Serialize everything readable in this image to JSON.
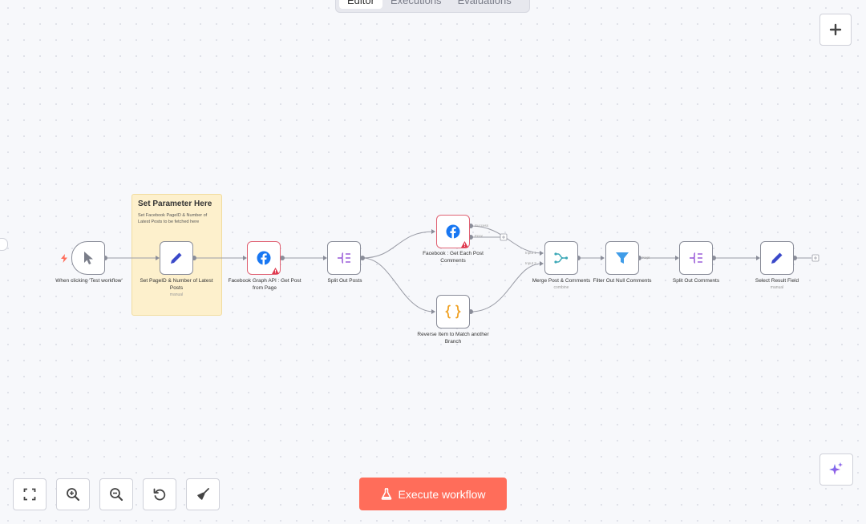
{
  "tabs": [
    {
      "label": "Editor",
      "active": true
    },
    {
      "label": "Executions",
      "active": false
    },
    {
      "label": "Evaluations",
      "active": false
    }
  ],
  "sticky": {
    "title": "Set Parameter Here",
    "body": "Set Facebook PageID & Number of Latest Posts to be fetched here"
  },
  "nodes": {
    "trigger": {
      "label": "When clicking 'Test workflow'",
      "icon": "cursor-icon"
    },
    "set_params": {
      "label": "Set PageID & Number of Latest Posts",
      "sub": "manual",
      "icon": "pencil-icon"
    },
    "graph_api": {
      "label": "Facebook Graph API : Get Post from Page",
      "icon": "facebook-icon",
      "warning": true
    },
    "split_posts": {
      "label": "Split Out Posts",
      "icon": "split-icon"
    },
    "get_comments": {
      "label": "Facebook : Get Each Post Comments",
      "icon": "facebook-icon",
      "warning": true
    },
    "reverse": {
      "label": "Reverse Item to Match another Branch",
      "icon": "code-braces-icon"
    },
    "merge": {
      "label": "Merge Post & Comments",
      "sub": "combine",
      "icon": "merge-icon"
    },
    "filter": {
      "label": "Filter Out Null Comments",
      "icon": "filter-icon"
    },
    "split_comments": {
      "label": "Split Out Comments",
      "icon": "split-icon"
    },
    "select_field": {
      "label": "Select Result Field",
      "sub": "manual",
      "icon": "pencil-icon"
    }
  },
  "ports": {
    "success": "Success",
    "error": "Error",
    "input1": "Input 1",
    "input2": "Input 2",
    "kept": "Kept"
  },
  "execute_button": "Execute workflow",
  "colors": {
    "accent": "#ff6d5a",
    "set_icon": "#3b49c9",
    "split_icon": "#9c5fd9",
    "merge_icon": "#3aa7b6",
    "filter_icon": "#3f9ce8",
    "facebook": "#1877f2",
    "sticky_bg": "#fdf0cc",
    "error_border": "#e06273"
  }
}
